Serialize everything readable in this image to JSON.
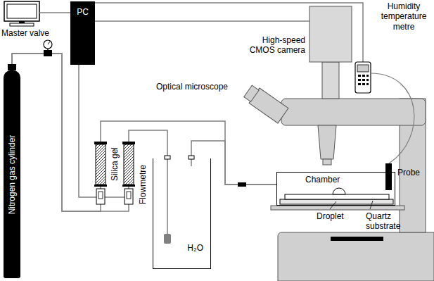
{
  "diagram": {
    "nodes": [
      {
        "text": [
          "PC"
        ]
      },
      {
        "text": [
          "High-speed CMOS camera"
        ]
      },
      {
        "text": [
          "Humidity temperature metre"
        ]
      },
      {
        "text": [
          "Nitrogen gas cylinder"
        ]
      },
      {
        "text": [
          "H₂O"
        ]
      },
      {
        "text": [
          "Chamber"
        ]
      }
    ],
    "edges": [
      {
        "from": 0,
        "to": 1,
        "arrow": "none"
      },
      {
        "from": 0,
        "to": 2,
        "arrow": "none"
      },
      {
        "from": 3,
        "to": 4,
        "arrow": "none"
      },
      {
        "from": 3,
        "to": 5,
        "arrow": "none"
      },
      {
        "from": 4,
        "to": 5,
        "arrow": "none"
      }
    ],
    "labels": [
      "Master valve",
      "Optical microscope",
      "Silica gel",
      "Flowmetre",
      "Probe",
      "Droplet",
      "Quartz substrate"
    ]
  }
}
